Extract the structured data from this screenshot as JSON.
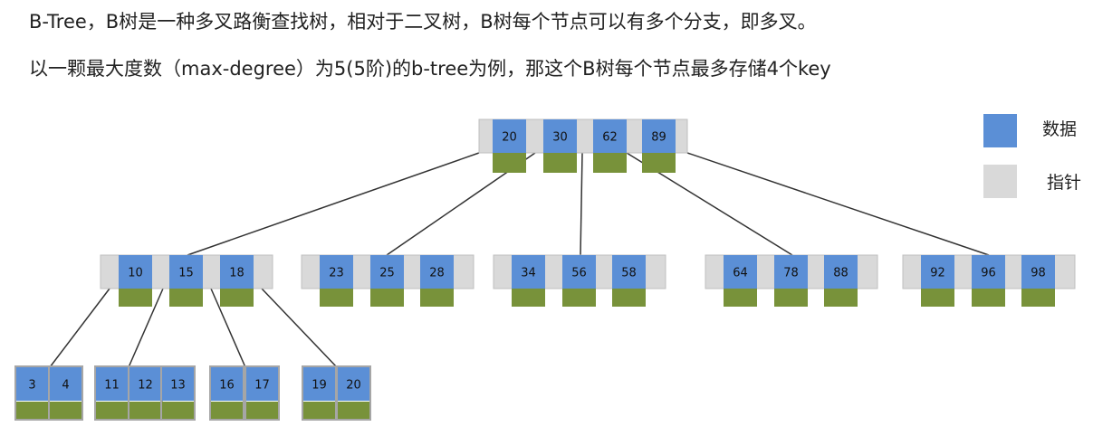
{
  "header": {
    "line1": "B-Tree，B树是一种多叉路衡查找树，相对于二叉树，B树每个节点可以有多个分支，即多叉。",
    "line2": "以一颗最大度数（max-degree）为5(5阶)的b-tree为例，那这个B树每个节点最多存储4个key"
  },
  "legend": {
    "data_label": "数据",
    "pointer_label": "指针"
  },
  "colors": {
    "data": "#5b8fd6",
    "pointer_gray": "#d9d9d9",
    "child_pointer": "#78923a",
    "leaf_border": "#a6a6a6",
    "line": "#333333"
  },
  "tree": {
    "root": [
      "20",
      "30",
      "62",
      "89"
    ],
    "level2": [
      [
        "10",
        "15",
        "18"
      ],
      [
        "23",
        "25",
        "28"
      ],
      [
        "34",
        "56",
        "58"
      ],
      [
        "64",
        "78",
        "88"
      ],
      [
        "92",
        "96",
        "98"
      ]
    ],
    "leaves": [
      [
        "3",
        "4"
      ],
      [
        "11",
        "12",
        "13"
      ],
      [
        "16",
        "17"
      ],
      [
        "19",
        "20"
      ]
    ]
  }
}
